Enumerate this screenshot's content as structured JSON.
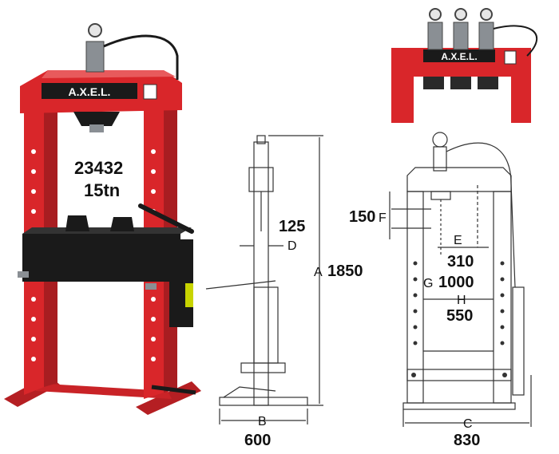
{
  "brand": {
    "logo_text": "A.X.E.L."
  },
  "photo": {
    "model_number": "23432",
    "capacity": "15tn"
  },
  "side_view": {
    "dim_d_letter": "D",
    "dim_d_value": "125",
    "dim_a_letter": "A",
    "dim_a_value": "1850",
    "dim_b_letter": "B",
    "dim_b_value": "600"
  },
  "front_view": {
    "dim_f_letter": "F",
    "dim_f_value": "150",
    "dim_e_letter": "E",
    "dim_e_value": "310",
    "dim_g_letter": "G",
    "dim_g_value": "1000",
    "dim_h_letter": "H",
    "dim_h_value": "550",
    "dim_c_letter": "C",
    "dim_c_value": "830"
  },
  "colors": {
    "frame_red": "#d9262a",
    "dark_red": "#9e1b1e",
    "black": "#1a1a1a",
    "steel": "#8a8f94",
    "line": "#333333"
  }
}
